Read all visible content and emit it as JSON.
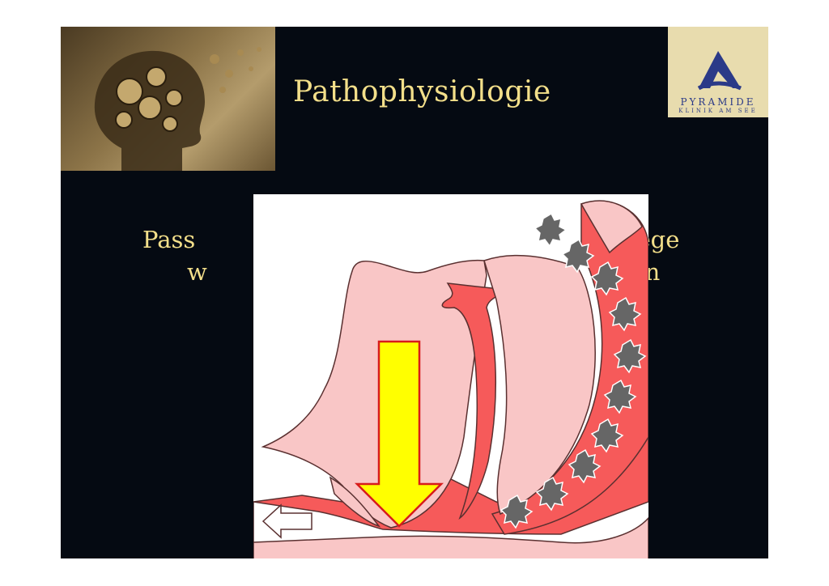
{
  "slide": {
    "title": "Pathophysiologie",
    "body_line1_left": "Pass",
    "body_line1_right": "emwege",
    "body_line2_left": "w",
    "body_line2_right": "tranen"
  },
  "logo": {
    "name": "PYRAMIDE",
    "subtitle": "KLINIK AM SEE",
    "color": "#2b3a88"
  },
  "diagram": {
    "arrow_color": "#ffff00",
    "tissue_color": "#f65a5a",
    "soft_tissue_color": "#f9c6c6"
  }
}
